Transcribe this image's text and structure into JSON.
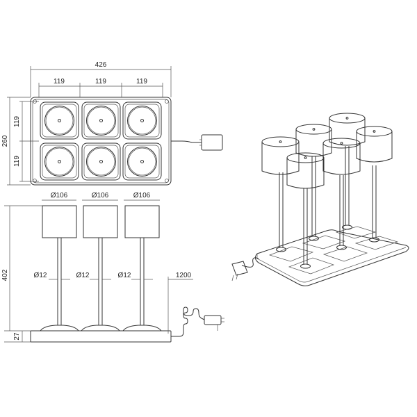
{
  "top_view": {
    "width": "426",
    "cell_widths": [
      "119",
      "119",
      "119"
    ],
    "height": "260",
    "row_heights": [
      "119",
      "119"
    ]
  },
  "side_view": {
    "shade_diameters": [
      "Ø106",
      "Ø106",
      "Ø106"
    ],
    "stem_diameters": [
      "Ø12",
      "Ø12",
      "Ø12"
    ],
    "total_height": "402",
    "base_height": "27",
    "cable_length": "1200"
  },
  "colors": {
    "line": "#333333",
    "background": "#ffffff"
  }
}
